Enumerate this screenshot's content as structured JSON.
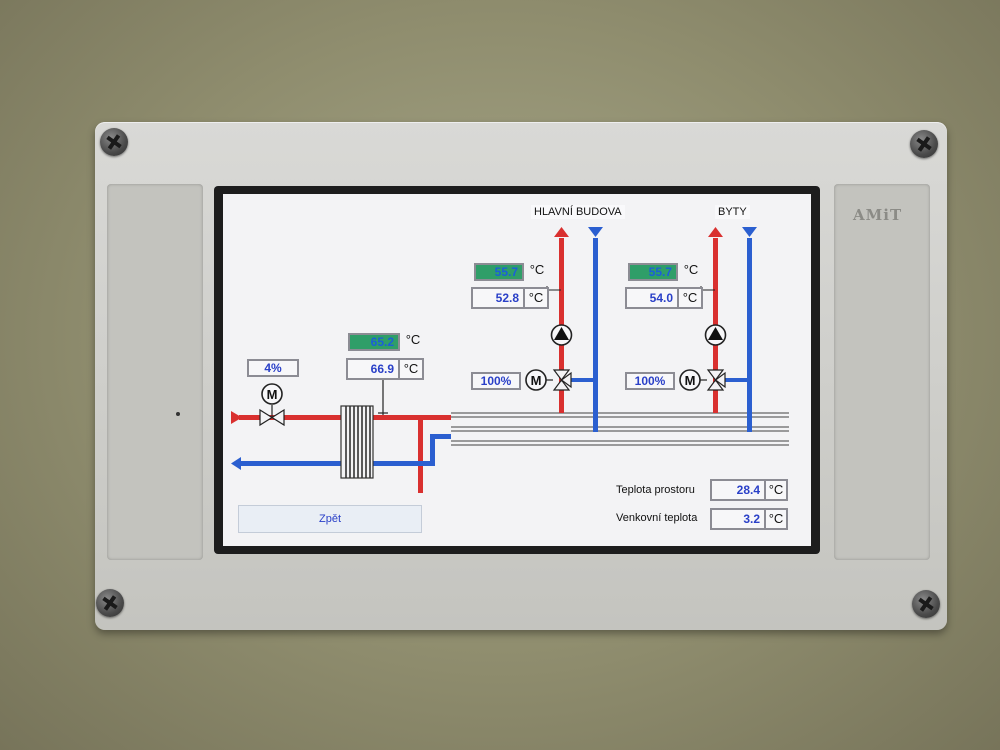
{
  "device": {
    "brand": "AMiT"
  },
  "screen": {
    "labels": {
      "main_building": "HLAVNÍ BUDOVA",
      "apartments": "BYTY"
    },
    "primary": {
      "valve_percent": "4%",
      "supply_temp": "65.2",
      "return_temp": "66.9",
      "unit": "°C"
    },
    "main_building_circuit": {
      "setpoint": "55.7",
      "actual": "52.8",
      "valve_percent": "100%",
      "unit": "°C"
    },
    "apartments_circuit": {
      "setpoint": "55.7",
      "actual": "54.0",
      "valve_percent": "100%",
      "unit": "°C"
    },
    "room_temperature": {
      "label": "Teplota prostoru",
      "value": "28.4",
      "unit": "°C"
    },
    "outdoor_temperature": {
      "label": "Venkovní teplota",
      "value": "3.2",
      "unit": "°C"
    },
    "back_button": "Zpět",
    "motor_symbol": "M"
  },
  "colors": {
    "hot": "#d9302f",
    "cold": "#2b5fd0",
    "setpoint_bg": "#2f9e68",
    "value_text": "#2a40c8"
  }
}
